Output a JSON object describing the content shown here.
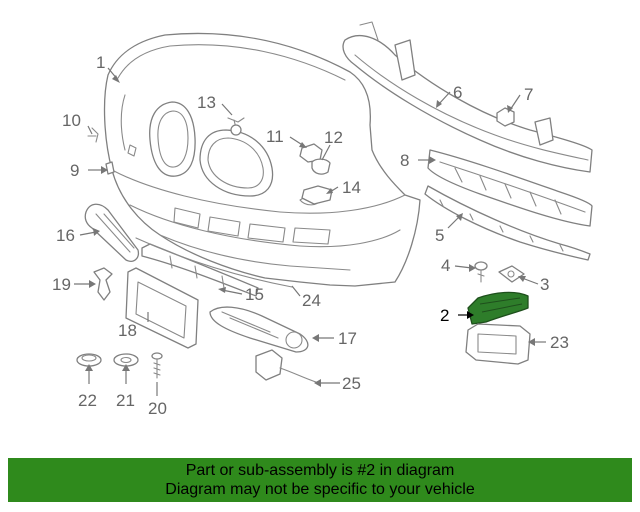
{
  "callouts": [
    {
      "id": "1",
      "label": "1"
    },
    {
      "id": "2",
      "label": "2"
    },
    {
      "id": "3",
      "label": "3"
    },
    {
      "id": "4",
      "label": "4"
    },
    {
      "id": "5",
      "label": "5"
    },
    {
      "id": "6",
      "label": "6"
    },
    {
      "id": "7",
      "label": "7"
    },
    {
      "id": "8",
      "label": "8"
    },
    {
      "id": "9",
      "label": "9"
    },
    {
      "id": "10",
      "label": "10"
    },
    {
      "id": "11",
      "label": "11"
    },
    {
      "id": "12",
      "label": "12"
    },
    {
      "id": "13",
      "label": "13"
    },
    {
      "id": "14",
      "label": "14"
    },
    {
      "id": "15",
      "label": "15"
    },
    {
      "id": "16",
      "label": "16"
    },
    {
      "id": "17",
      "label": "17"
    },
    {
      "id": "18",
      "label": "18"
    },
    {
      "id": "19",
      "label": "19"
    },
    {
      "id": "20",
      "label": "20"
    },
    {
      "id": "21",
      "label": "21"
    },
    {
      "id": "22",
      "label": "22"
    },
    {
      "id": "23",
      "label": "23"
    },
    {
      "id": "24",
      "label": "24"
    },
    {
      "id": "25",
      "label": "25"
    }
  ],
  "highlight": {
    "part": "2",
    "color": "#2e7d2a"
  },
  "banner": {
    "line1": "Part or sub-assembly is #2 in diagram",
    "line2": "Diagram may not be specific to your vehicle",
    "color": "#2f8a1c"
  }
}
